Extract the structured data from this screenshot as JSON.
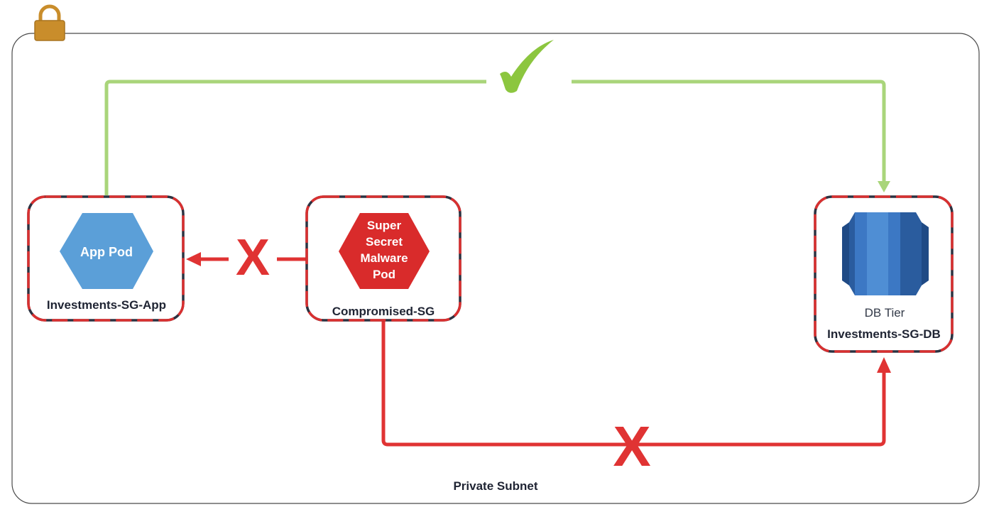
{
  "diagram": {
    "subnet_label": "Private Subnet",
    "app_group": {
      "name": "Investments-SG-App",
      "pod_label": "App Pod"
    },
    "compromised_group": {
      "name": "Compromised-SG",
      "pod_label_lines": [
        "Super",
        "Secret",
        "Malware",
        "Pod"
      ]
    },
    "db_group": {
      "name": "Investments-SG-DB",
      "tier_label": "DB Tier"
    },
    "connections": [
      {
        "from": "App Pod",
        "to": "DB Tier",
        "status": "allowed",
        "marker": "✓"
      },
      {
        "from": "Super Secret Malware Pod",
        "to": "App Pod",
        "status": "blocked",
        "marker": "X"
      },
      {
        "from": "Super Secret Malware Pod",
        "to": "DB Tier",
        "status": "blocked",
        "marker": "X"
      }
    ]
  },
  "colors": {
    "allowed_line": "#a9d57a",
    "checkmark": "#8cc63f",
    "blocked_line": "#e03333",
    "app_pod": "#5b9fd8",
    "malware_pod": "#d92b2b",
    "db_light": "#4f8ed4",
    "db_dark": "#2a5c9e",
    "lock": "#c98d2b"
  }
}
